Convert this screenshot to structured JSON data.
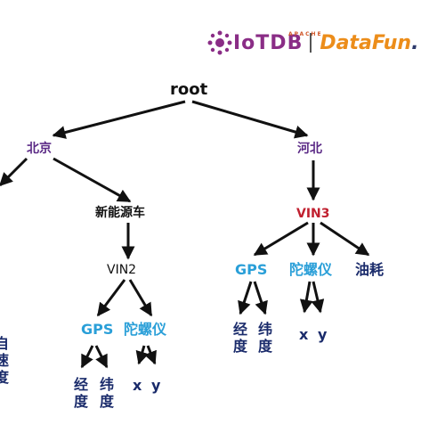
{
  "logos": {
    "iotdb_text": "IoTDB",
    "apache_text": "APACHE",
    "datafun_part1": "DataFun",
    "datafun_part2": ".",
    "colors": {
      "iotdb": "#8a2d86",
      "datafun_orange": "#ec8d1a",
      "datafun_navy": "#2d3a6b"
    }
  },
  "tree": {
    "root": "root",
    "beijing": "北京",
    "hebei": "河北",
    "new_energy": "新能源车",
    "vin2": "VIN2",
    "vin3": "VIN3",
    "vin2_gps": "GPS",
    "vin2_gyro": "陀螺仪",
    "vin2_gps_lng": [
      "经",
      "度"
    ],
    "vin2_gps_lat": [
      "纬",
      "度"
    ],
    "vin2_gyro_x": "x",
    "vin2_gyro_y": "y",
    "vin3_gps": "GPS",
    "vin3_gyro": "陀螺仪",
    "vin3_fuel": "油耗",
    "vin3_gps_lng": [
      "经",
      "度"
    ],
    "vin3_gps_lat": [
      "纬",
      "度"
    ],
    "vin3_gyro_x": "x",
    "vin3_gyro_y": "y",
    "partial_left": [
      "自",
      "速",
      "度"
    ]
  },
  "colors": {
    "root": "#111111",
    "province": "#5b2a86",
    "vin3": "#c0202f",
    "sensor_blue": "#2a9fd8",
    "leaf_navy": "#1a2b6b"
  }
}
